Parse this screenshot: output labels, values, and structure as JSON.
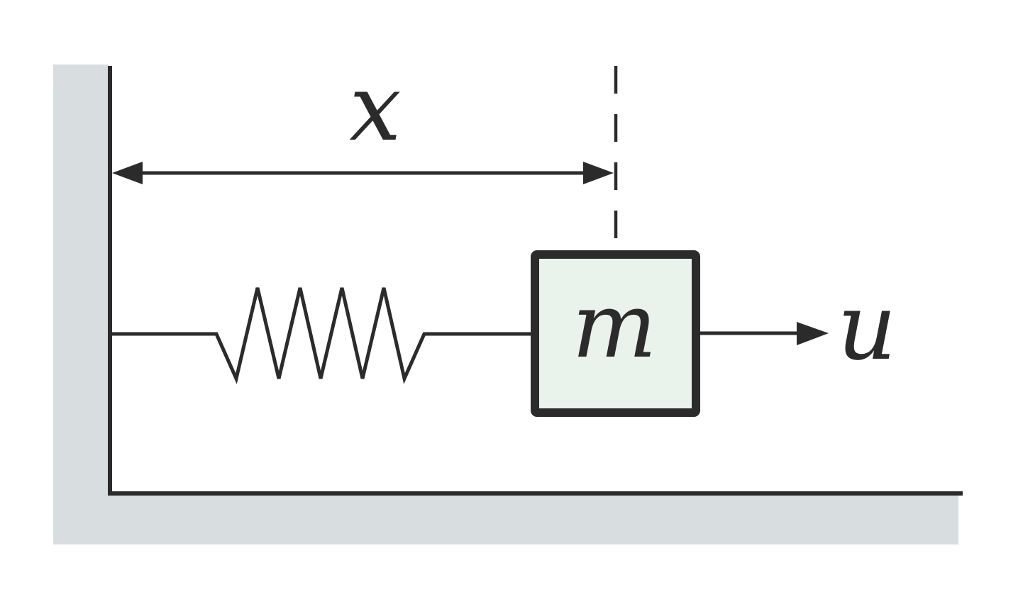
{
  "diagram": {
    "title": "mass-spring-system",
    "labels": {
      "displacement": "x",
      "mass": "m",
      "output_arrow": "u"
    },
    "colors": {
      "background": "#ffffff",
      "line": "#2b2b2b",
      "wall_fill": "#d8dee0",
      "mass_fill": "#e9f3ec"
    }
  }
}
